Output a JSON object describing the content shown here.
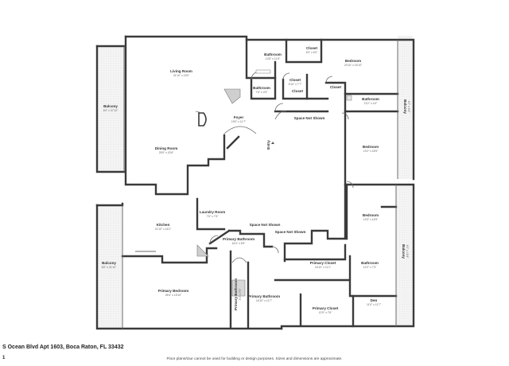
{
  "footer": {
    "address": "S Ocean Blvd Apt 1603, Boca Raton, FL 33432",
    "page": "1",
    "disclaimer": "Floor plans/tour cannot be used for building or design purposes. Sizes and dimensions are approximate."
  },
  "rooms": {
    "living_room": {
      "name": "Living Room",
      "dim": "31'10\" x 19'0\""
    },
    "balcony_top": {
      "name": "Balcony",
      "dim": "6'0\" x 37'10\""
    },
    "dining_room": {
      "name": "Dining Room",
      "dim": "25'9\" x 20'6\""
    },
    "foyer": {
      "name": "Foyer",
      "dim": "19'0\" x 11'7\""
    },
    "entry": {
      "name": "Entry"
    },
    "bathroom_top": {
      "name": "Bathroom",
      "dim": "12'8\" x 11'5\""
    },
    "closet_top": {
      "name": "Closet",
      "dim": "6'0\" x 6'0\""
    },
    "bathroom_small": {
      "name": "Bathroom",
      "dim": "7'6\" x 4'9\""
    },
    "closet_mid1": {
      "name": "Closet",
      "dim": "5'10\" x 7'7\""
    },
    "closet_mid2": {
      "name": "Closet"
    },
    "closet_mid3": {
      "name": "Closet"
    },
    "bedroom_top": {
      "name": "Bedroom",
      "dim": "20'10\" x 15'10\""
    },
    "bathroom_right": {
      "name": "Bathroom",
      "dim": "13'2\" x 4'4\""
    },
    "balcony_right_top": {
      "name": "Balcony",
      "dim": "4'0\" x 6'4\""
    },
    "space_not_shown_1": {
      "name": "Space Not Shown"
    },
    "bedroom_mid": {
      "name": "Bedroom",
      "dim": "13'2\" x 18'9\""
    },
    "laundry_room": {
      "name": "Laundry Room",
      "dim": "7'6\" x 7'8\""
    },
    "kitchen": {
      "name": "Kitchen",
      "dim": "21'10\" x 16'1\""
    },
    "space_not_shown_2": {
      "name": "Space Not Shown"
    },
    "space_not_shown_3": {
      "name": "Space Not Shown"
    },
    "primary_bathroom_1": {
      "name": "Primary Bathroom",
      "dim": "16'4\" x 8'9\""
    },
    "bedroom_right": {
      "name": "Bedroom",
      "dim": "13'3\" x 16'9\""
    },
    "balcony_right_bottom": {
      "name": "Balcony",
      "dim": "4'0\" x 18'4\""
    },
    "primary_closet_1": {
      "name": "Primary Closet",
      "dim": "16'10\" x 11'1\""
    },
    "bathroom_lower": {
      "name": "Bathroom",
      "dim": "12'0\" x 7'3\""
    },
    "balcony_bottom": {
      "name": "Balcony",
      "dim": "6'0\" x 21'10\""
    },
    "primary_bedroom": {
      "name": "Primary Bedroom",
      "dim": "26'4\" x 15'10\""
    },
    "primary_shower": {
      "name": "Primary Bathroom",
      "dim": "5'1\" x 7'6\""
    },
    "primary_bathroom_2": {
      "name": "Primary Bathroom",
      "dim": "16'10\" x 11'7\""
    },
    "primary_closet_2": {
      "name": "Primary Closet",
      "dim": "12'9\" x 7'6\""
    },
    "den": {
      "name": "Den",
      "dim": "11'0\" x 11'7\""
    }
  }
}
